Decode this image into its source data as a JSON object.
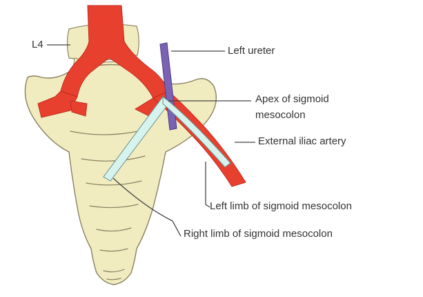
{
  "labels": {
    "l4": "L4",
    "left_ureter": "Left ureter",
    "apex_line1": "Apex of sigmoid",
    "apex_line2": "mesocolon",
    "external_iliac": "External iliac artery",
    "left_limb": "Left limb of sigmoid mesocolon",
    "right_limb": "Right limb of sigmoid mesocolon"
  },
  "colors": {
    "bone": "#f1ecc0",
    "bone_outline": "#888060",
    "artery": "#e8402f",
    "artery_dark": "#c12a1c",
    "ureter": "#7a62b4",
    "mesocolon": "#d6f3ee",
    "leader": "#444444"
  }
}
